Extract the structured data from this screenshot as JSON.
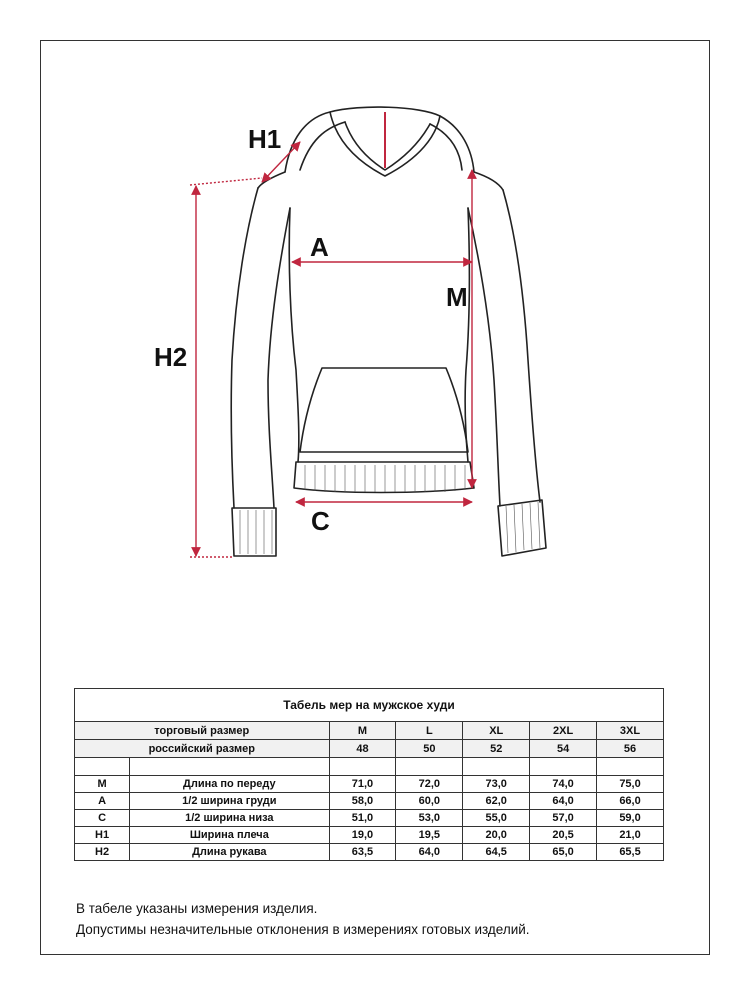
{
  "labels": {
    "h1": "H1",
    "a": "A",
    "m": "M",
    "h2": "H2",
    "c": "C"
  },
  "colors": {
    "measure": "#c0263f",
    "outline": "#222222"
  },
  "table": {
    "title": "Табель мер на мужское худи",
    "trade_size_label": "торговый размер",
    "russian_size_label": "российский размер",
    "sizes": [
      "M",
      "L",
      "XL",
      "2XL",
      "3XL"
    ],
    "russian_sizes": [
      "48",
      "50",
      "52",
      "54",
      "56"
    ],
    "rows": [
      {
        "code": "M",
        "name": "Длина по переду",
        "values": [
          "71,0",
          "72,0",
          "73,0",
          "74,0",
          "75,0"
        ]
      },
      {
        "code": "A",
        "name": "1/2 ширина груди",
        "values": [
          "58,0",
          "60,0",
          "62,0",
          "64,0",
          "66,0"
        ]
      },
      {
        "code": "C",
        "name": "1/2 ширина низа",
        "values": [
          "51,0",
          "53,0",
          "55,0",
          "57,0",
          "59,0"
        ]
      },
      {
        "code": "H1",
        "name": "Ширина плеча",
        "values": [
          "19,0",
          "19,5",
          "20,0",
          "20,5",
          "21,0"
        ]
      },
      {
        "code": "H2",
        "name": "Длина рукава",
        "values": [
          "63,5",
          "64,0",
          "64,5",
          "65,0",
          "65,5"
        ]
      }
    ]
  },
  "notes": {
    "line1": "В табеле указаны измерения изделия.",
    "line2": "Допустимы незначительные отклонения в измерениях готовых изделий."
  }
}
